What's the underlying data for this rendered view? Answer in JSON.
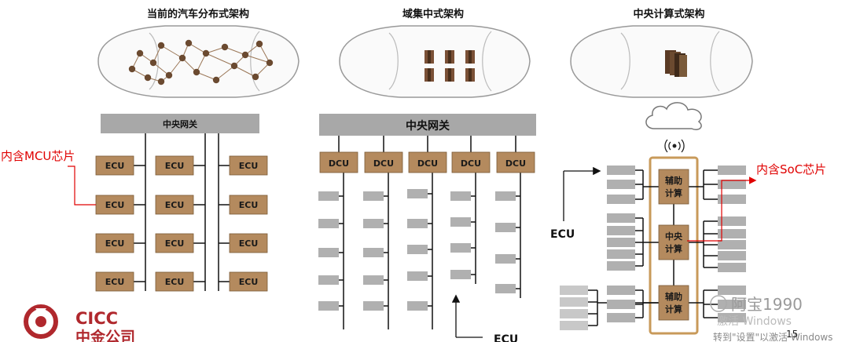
{
  "titles": [
    "当前的汽车分布式架构",
    "域集中式架构",
    "中央计算式架构"
  ],
  "left": {
    "gateway": "中央网关",
    "ecu_label": "ECU",
    "callout": "内含MCU芯片"
  },
  "middle": {
    "gateway": "中央网关",
    "dcu_label": "DCU",
    "ecu_label": "ECU"
  },
  "right": {
    "ecu_label": "ECU",
    "aux_top": "辅助计算",
    "central": "中央计算",
    "aux_bottom": "辅助计算",
    "callout": "内含SoC芯片"
  },
  "logo": {
    "en": "CICC",
    "zh": "中金公司"
  },
  "watermark": {
    "account": "阿宝1990",
    "activate": "激活 Windows",
    "goto": "转到\"设置\"以激活 Windows"
  },
  "page_number": "15",
  "colors": {
    "box": "#b48a5e",
    "box_border": "#7a5a35",
    "gateway": "#a8a8a8",
    "ecu_gray": "#b0b0b0",
    "callout": "#e00000",
    "frame": "#c89a5a",
    "node": "#6b4a30"
  }
}
